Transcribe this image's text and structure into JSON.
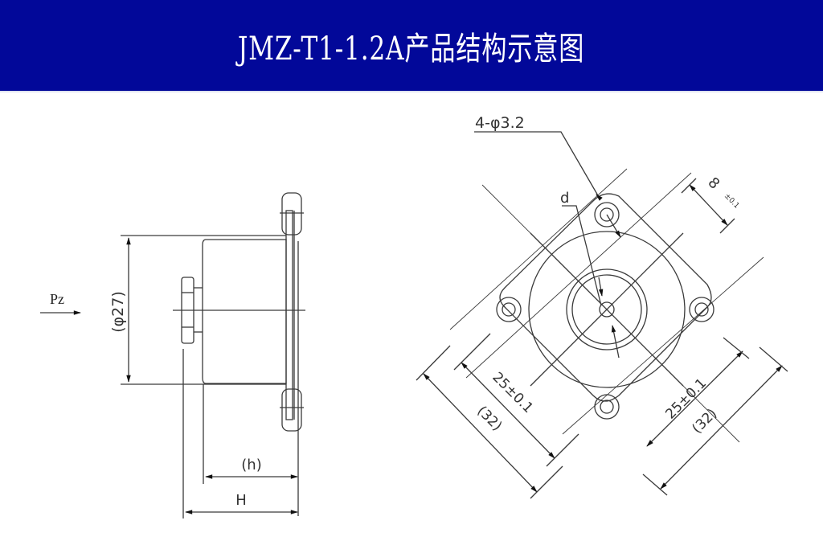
{
  "header": {
    "title": "JMZ-T1-1.2A产品结构示意图",
    "background_color": "#020899",
    "text_color": "#ffffff"
  },
  "side_view": {
    "force_label": "Pz",
    "diameter_label": "(φ27)",
    "inner_height_label": "(h)",
    "total_height_label": "H"
  },
  "top_view": {
    "hole_callout": "4-φ3.2",
    "thread_label": "d",
    "flange_width_label": "8",
    "flange_width_tolerance": "±0.1",
    "hole_spacing_left": "25±0.1",
    "hole_spacing_right": "25±0.1",
    "outer_size_left": "(32)",
    "outer_size_right": "(32)"
  },
  "colors": {
    "line": "#3a3a3a",
    "background": "#ffffff"
  }
}
